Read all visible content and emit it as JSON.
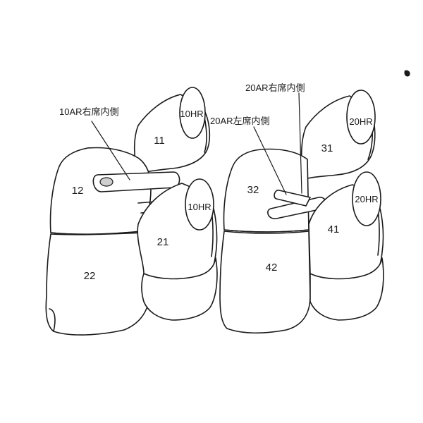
{
  "parts": {
    "p11": "11",
    "p12": "12",
    "p21": "21",
    "p22": "22",
    "p31": "31",
    "p32": "32",
    "p41": "41",
    "p42": "42"
  },
  "headrests": {
    "h10_back": "10HR",
    "h10_front": "10HR",
    "h20_back": "20HR",
    "h20_front": "20HR"
  },
  "callouts": {
    "armrest_10ar_right_inner": "10AR右席内側",
    "armrest_20ar_right_inner": "20AR右席内側",
    "armrest_20ar_left_inner": "20AR左席内側"
  }
}
